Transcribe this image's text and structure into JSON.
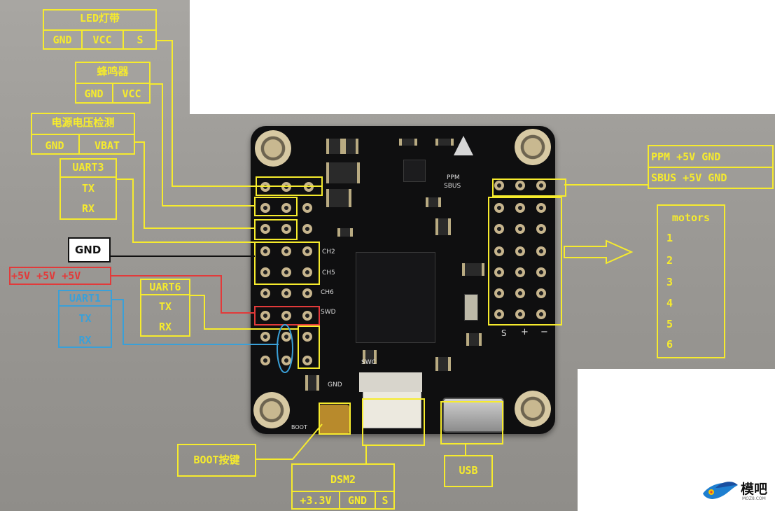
{
  "labels": {
    "led": {
      "title": "LED灯带",
      "gnd": "GND",
      "vcc": "VCC",
      "s": "S"
    },
    "buzzer": {
      "title": "蜂鸣器",
      "gnd": "GND",
      "vcc": "VCC"
    },
    "voltage": {
      "title": "电源电压检测",
      "gnd": "GND",
      "vbat": "VBAT"
    },
    "uart3": {
      "title": "UART3",
      "tx": "TX",
      "rx": "RX"
    },
    "gnd": "GND",
    "plus5v": "+5V  +5V  +5V",
    "uart1": {
      "title": "UART1",
      "tx": "TX",
      "rx": "RX"
    },
    "uart6": {
      "title": "UART6",
      "tx": "TX",
      "rx": "RX"
    },
    "ppm_row": "PPM  +5V GND",
    "sbus_row": "SBUS +5V GND",
    "motors": {
      "title": "motors",
      "items": [
        "1",
        "2",
        "3",
        "4",
        "5",
        "6"
      ]
    },
    "boot": "BOOT按键",
    "dsm2": {
      "title": "DSM2",
      "v33": "+3.3V",
      "gnd": "GND",
      "s": "S"
    },
    "usb": "USB"
  },
  "silkscreen": {
    "ch2": "CH2",
    "ch5": "CH5",
    "ch6": "CH6",
    "swd": "SWD",
    "swc": "SWC",
    "gnd": "GND",
    "ppm": "PPM",
    "sbus": "SBUS",
    "s": "S",
    "plus": "+",
    "minus": "−",
    "boot": "BOOT"
  },
  "watermark": {
    "text": "模吧",
    "sub": "MOZ8.COM"
  },
  "colors": {
    "yellow": "#f6eb2d",
    "blue": "#3aa0d8",
    "red": "#e23a3a",
    "black": "#111111"
  }
}
